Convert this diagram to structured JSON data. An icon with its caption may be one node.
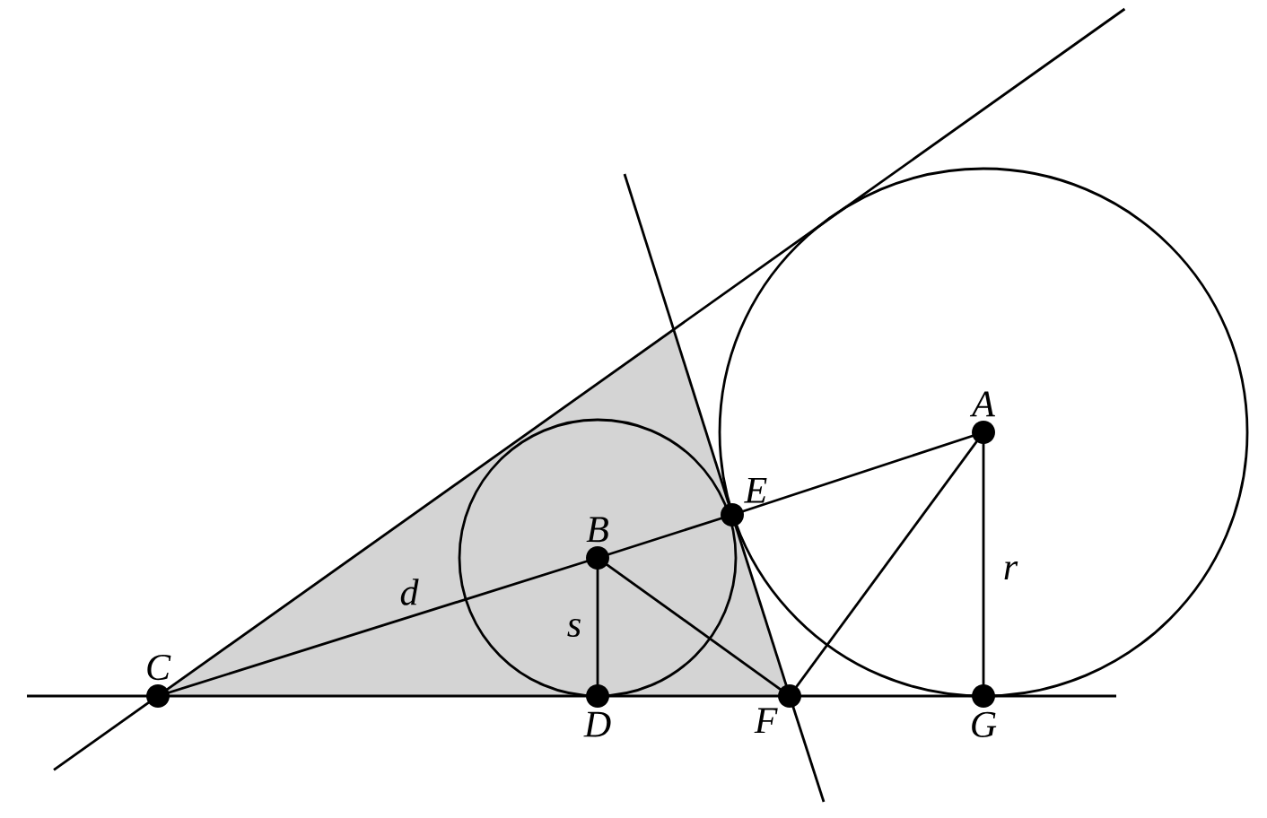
{
  "diagram": {
    "nodes": [
      {
        "text": [
          "A"
        ]
      },
      {
        "text": [
          "B"
        ]
      },
      {
        "text": [
          "C"
        ]
      },
      {
        "text": [
          "D"
        ]
      },
      {
        "text": [
          "E"
        ]
      },
      {
        "text": [
          "F"
        ]
      },
      {
        "text": [
          "G"
        ]
      }
    ],
    "edges": [
      {
        "from": 2,
        "to": 1,
        "arrow": "none",
        "label": "d"
      },
      {
        "from": 1,
        "to": 4,
        "arrow": "none"
      },
      {
        "from": 4,
        "to": 0,
        "arrow": "none"
      },
      {
        "from": 1,
        "to": 3,
        "arrow": "none",
        "label": "s"
      },
      {
        "from": 1,
        "to": 5,
        "arrow": "none"
      },
      {
        "from": 0,
        "to": 5,
        "arrow": "none"
      },
      {
        "from": 0,
        "to": 6,
        "arrow": "none",
        "label": "r"
      },
      {
        "from": 2,
        "to": 3,
        "arrow": "none"
      },
      {
        "from": 3,
        "to": 5,
        "arrow": "none"
      },
      {
        "from": 5,
        "to": 6,
        "arrow": "none"
      },
      {
        "from": 4,
        "to": 5,
        "arrow": "none"
      }
    ]
  }
}
